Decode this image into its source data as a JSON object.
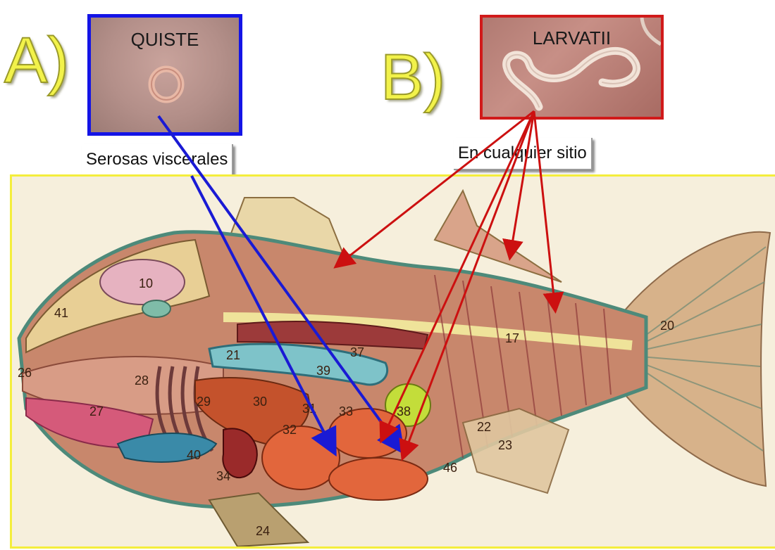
{
  "section_a": {
    "letter": "A)",
    "photo_title": "QUISTE",
    "caption": "Serosas viscerales",
    "frame_color": "#1414e6",
    "arrow_color": "#1a1ad4"
  },
  "section_b": {
    "letter": "B)",
    "photo_title": "LARVATII",
    "caption": "En cualquier sitio",
    "frame_color": "#d11a1a",
    "arrow_color": "#cc1010"
  },
  "plate": {
    "border_color": "#f4ee3c",
    "labels": [
      "10",
      "41",
      "26",
      "28",
      "29",
      "30",
      "31",
      "32",
      "33",
      "34",
      "27",
      "21",
      "37",
      "39",
      "38",
      "17",
      "20",
      "22",
      "23",
      "46",
      "40",
      "24"
    ]
  }
}
